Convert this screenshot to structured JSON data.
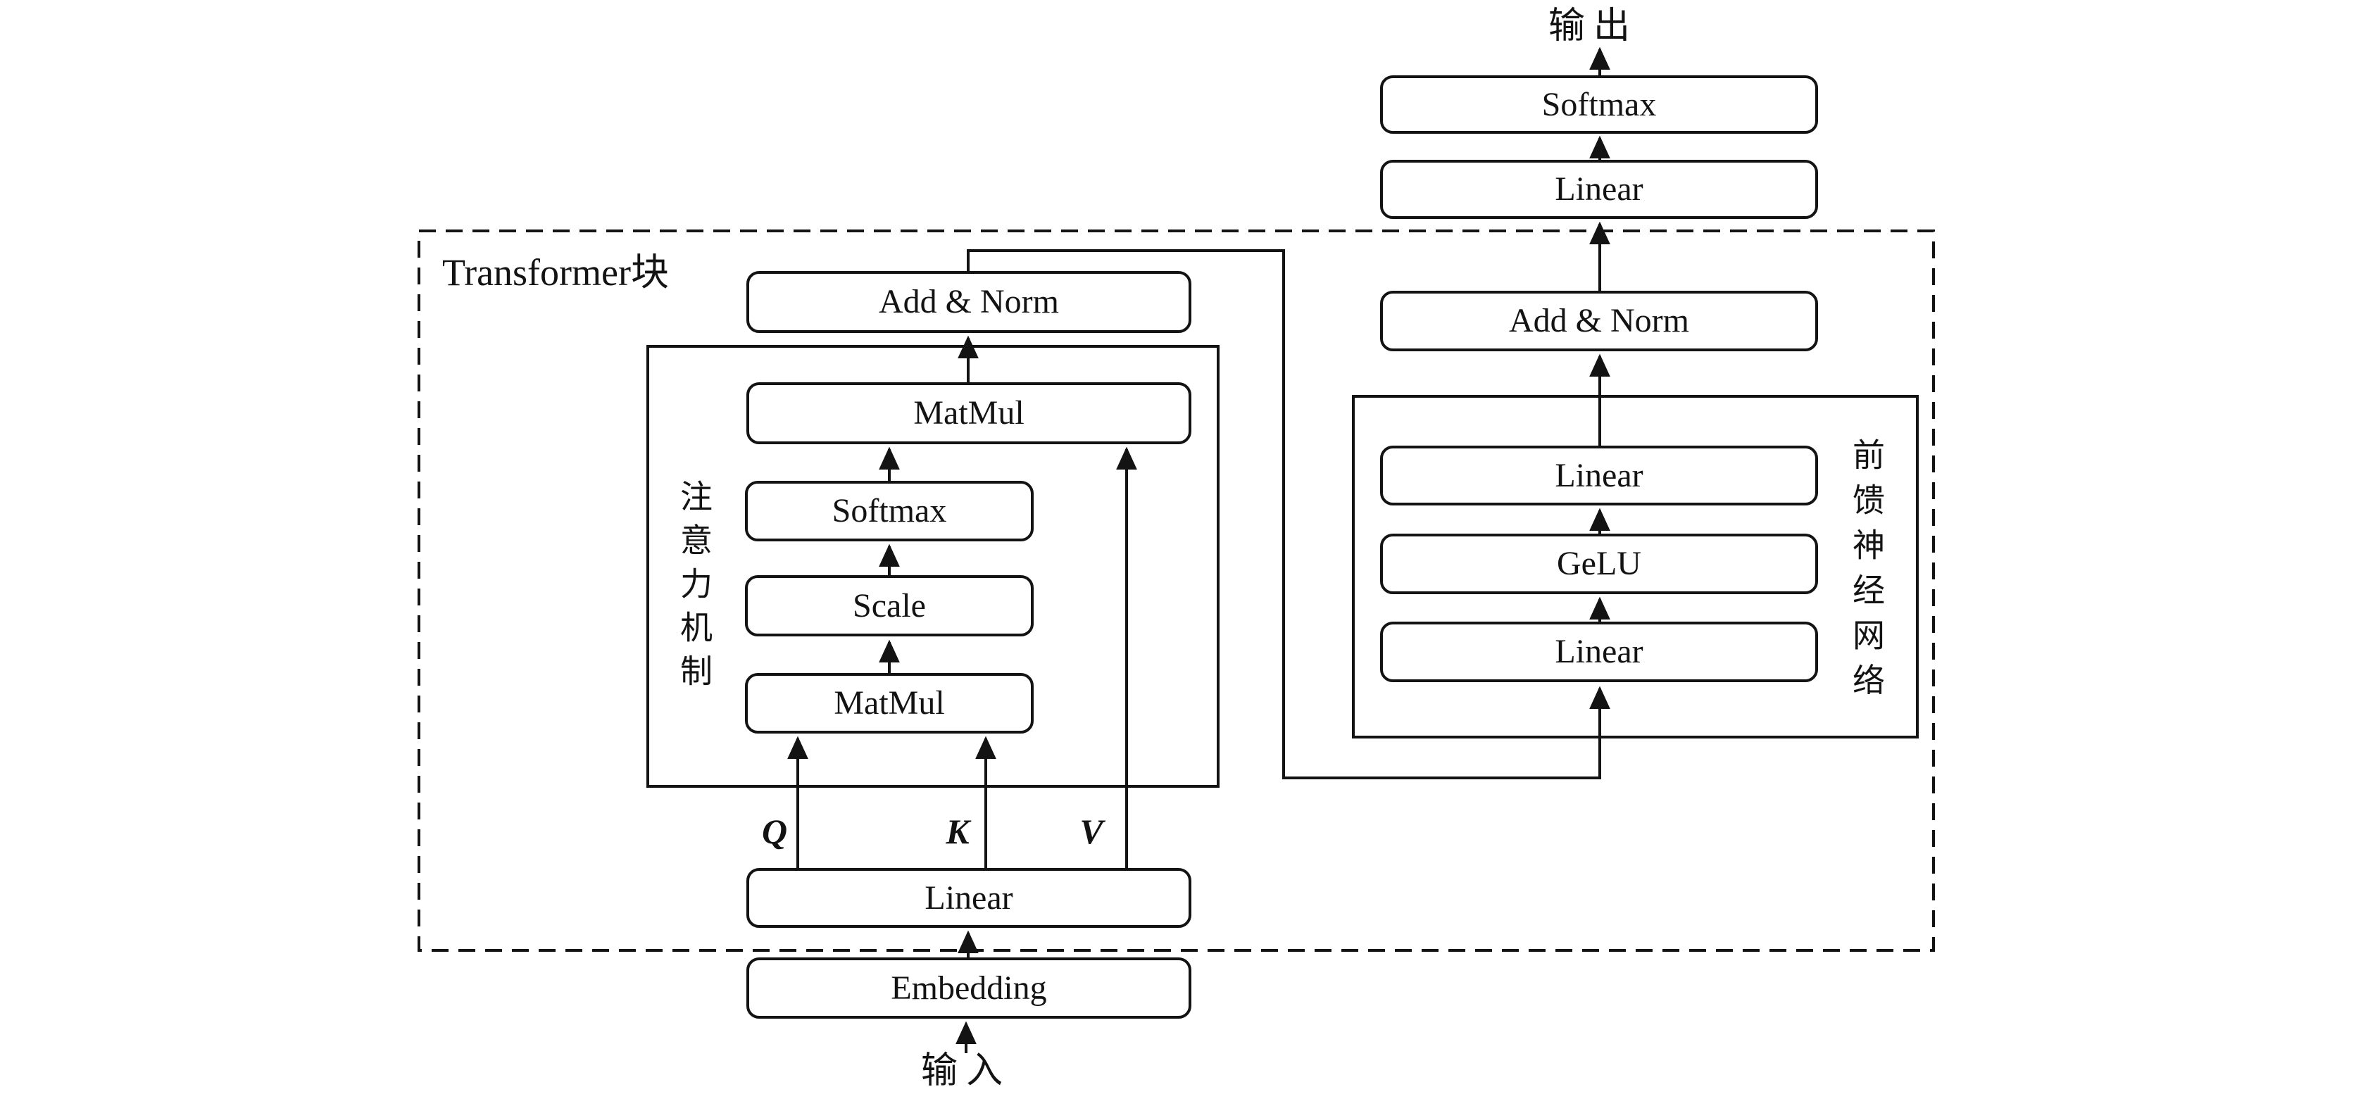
{
  "diagram": {
    "title": "Transformer块",
    "output_label": "输出",
    "input_label": "输入",
    "attention_group_label": "注意力机制",
    "ffn_group_label": "前馈神经网络",
    "qkv": {
      "q": "Q",
      "k": "K",
      "v": "V"
    },
    "boxes": {
      "output_softmax": "Softmax",
      "output_linear": "Linear",
      "attn_add_norm": "Add & Norm",
      "attn_matmul_out": "MatMul",
      "attn_softmax": "Softmax",
      "attn_scale": "Scale",
      "attn_matmul_qk": "MatMul",
      "qkv_linear": "Linear",
      "embedding": "Embedding",
      "ffn_add_norm": "Add & Norm",
      "ffn_linear_top": "Linear",
      "ffn_gelu": "GeLU",
      "ffn_linear_bottom": "Linear"
    },
    "colors": {
      "stroke": "#131313",
      "background": "#ffffff"
    }
  }
}
